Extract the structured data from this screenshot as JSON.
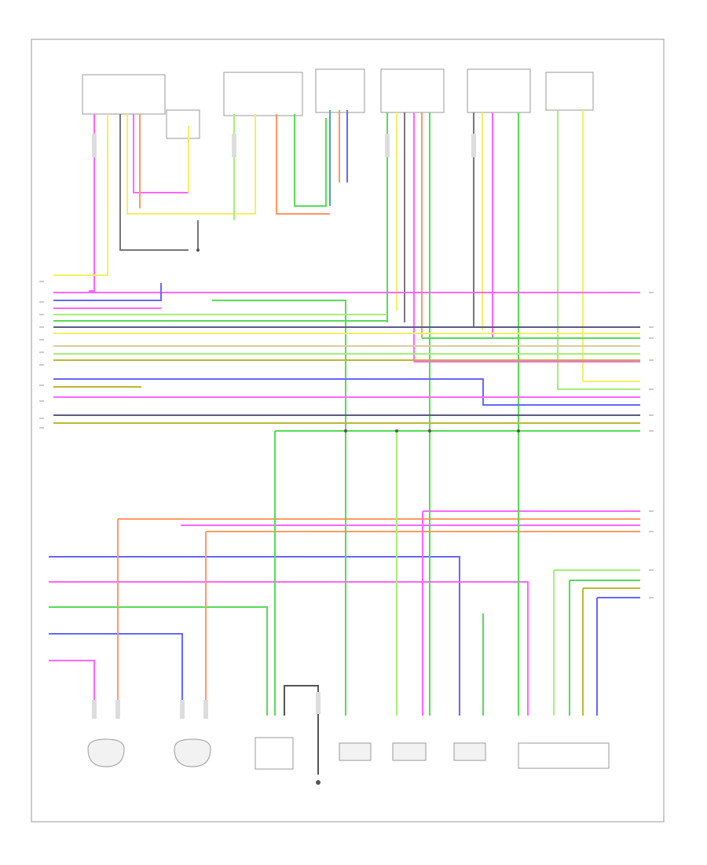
{
  "diagram": {
    "footer_code": "",
    "colors": {
      "pink": "#ff66ff",
      "green": "#55dd55",
      "yellow": "#f2ef66",
      "blue": "#6666ff",
      "orange": "#ff9966",
      "gray": "#777777",
      "lightgreen": "#a6ee77",
      "olive": "#bdb733",
      "slate": "#5a5a88",
      "tan": "#ddcc99",
      "teal": "#4aa6a6"
    },
    "components": [
      "sensor-1",
      "sensor-2",
      "sensor-3",
      "sensor-4",
      "sensor-5",
      "sensor-6",
      "connector-1",
      "connector-2",
      "connector-3",
      "connector-4",
      "switch-1",
      "switch-2",
      "module-1",
      "module-2",
      "module-3",
      "module-4"
    ]
  }
}
